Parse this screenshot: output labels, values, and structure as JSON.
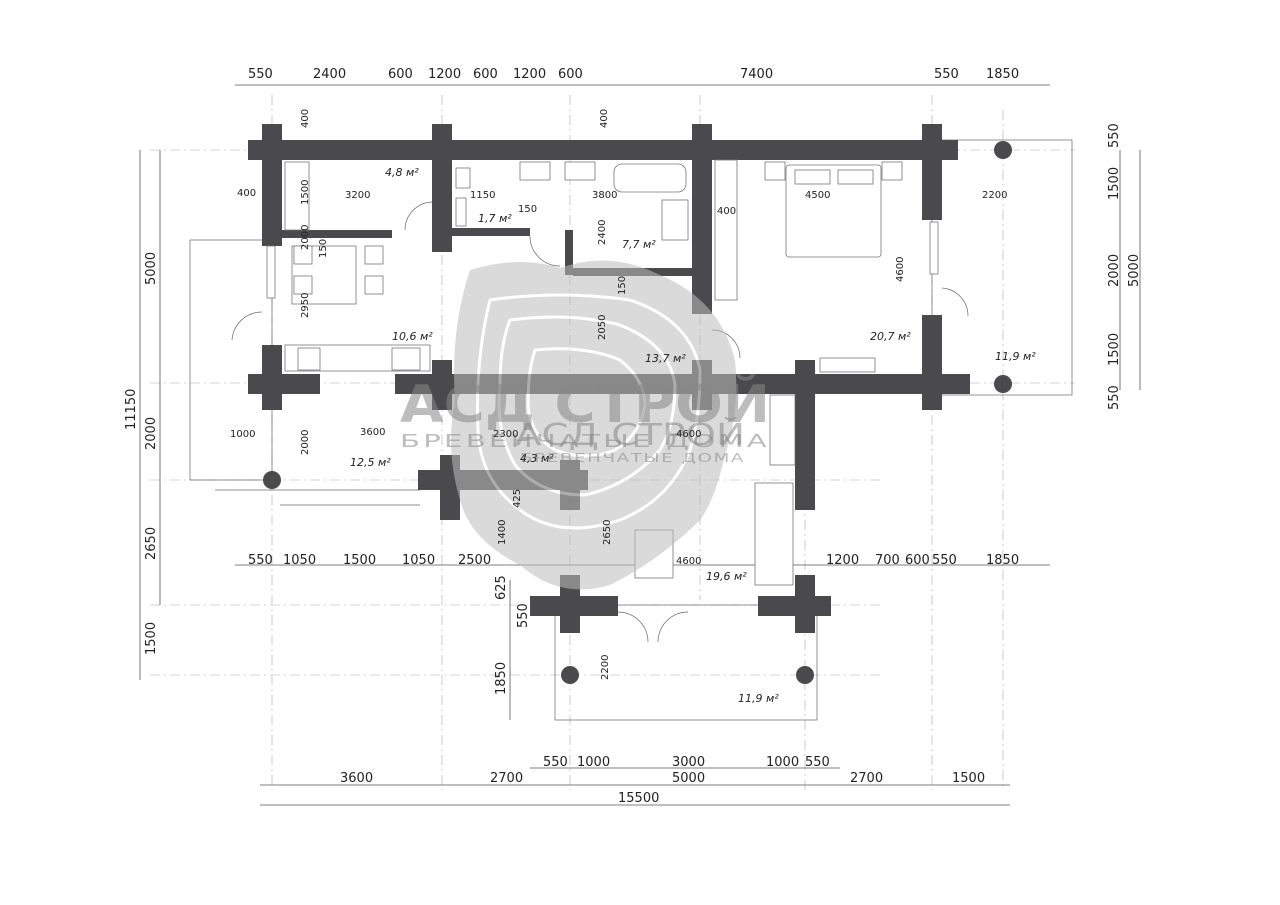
{
  "top_dims": [
    "550",
    "2400",
    "600",
    "1200",
    "600",
    "1200",
    "600",
    "7400",
    "550",
    "1850"
  ],
  "top_inner_dims": [
    "400",
    "400"
  ],
  "bottom_row1": [
    "550",
    "1050",
    "1500",
    "1050",
    "2500",
    "1200",
    "700",
    "600",
    "550",
    "1850"
  ],
  "bottom_row2": [
    "550",
    "1000",
    "3000",
    "1000",
    "550"
  ],
  "bottom_row3": [
    "3600",
    "2700",
    "5000",
    "2700",
    "1500"
  ],
  "total_width": "15500",
  "left_dims": [
    "5000",
    "11150",
    "2000",
    "2650",
    "1500"
  ],
  "right_dims": [
    "550",
    "1500",
    "2000",
    "1500",
    "550",
    "5000"
  ],
  "porch_dims": [
    "625",
    "550",
    "1850"
  ],
  "areas": [
    "4,8 м²",
    "1,7 м²",
    "7,7 м²",
    "20,7 м²",
    "11,9 м²",
    "10,6 м²",
    "13,7 м²",
    "12,5 м²",
    "4,3 м²",
    "19,6 м²",
    "11,9 м²"
  ],
  "inner_dims": [
    "3200",
    "1150",
    "3800",
    "4500",
    "2200",
    "1500",
    "150",
    "2400",
    "4600",
    "2000",
    "400",
    "2950",
    "150",
    "2050",
    "150",
    "1000",
    "3600",
    "2300",
    "4600",
    "2000",
    "425",
    "1400",
    "2650",
    "4600",
    "2200",
    "400"
  ],
  "watermark": {
    "brand": "АСД СТРОЙ",
    "tagline": "БРЕВЕНЧАТЫЕ ДОМА",
    "brand_ghost": "АСД СТРОЙ",
    "tagline_ghost": "БРЕВЕНЧАТЫЕ ДОМА"
  },
  "colors": {
    "wall": "#4a4a4d",
    "line": "#555555",
    "watermark": "#888888"
  }
}
